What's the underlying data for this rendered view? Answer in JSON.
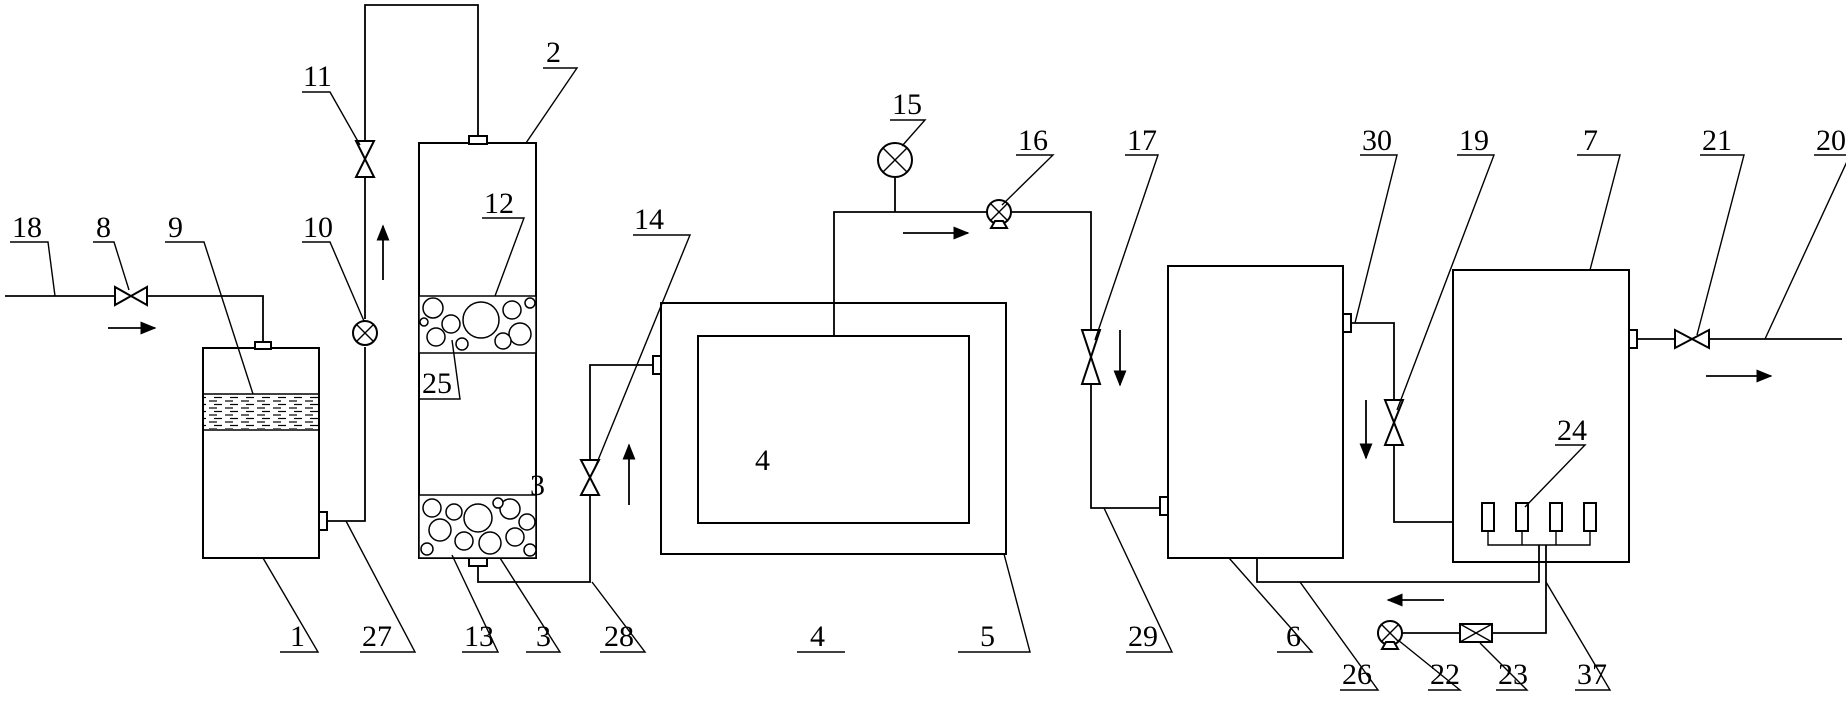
{
  "diagram": {
    "labels": {
      "tank_1": "1",
      "column_upper_2": "2",
      "column_lower_3": "3",
      "inner_chamber_4": "4",
      "outer_box_5": "5",
      "tank_6": "6",
      "tank_7": "7",
      "valve_8": "8",
      "packing_9": "9",
      "pump_10": "10",
      "valve_11": "11",
      "pebble_layer_12": "12",
      "pebble_layer_13": "13",
      "valve_14": "14",
      "meter_15": "15",
      "pump_16": "16",
      "valve_17": "17",
      "inlet_pipe_18": "18",
      "valve_19": "19",
      "outlet_pipe_20": "20",
      "valve_21": "21",
      "pump_22": "22",
      "filter_23": "23",
      "diffusers_24": "24",
      "layer_25": "25",
      "pipe_26": "26",
      "pipe_27": "27",
      "pipe_28": "28",
      "pipe_29": "29",
      "port_30": "30",
      "pipe_37": "37"
    }
  }
}
